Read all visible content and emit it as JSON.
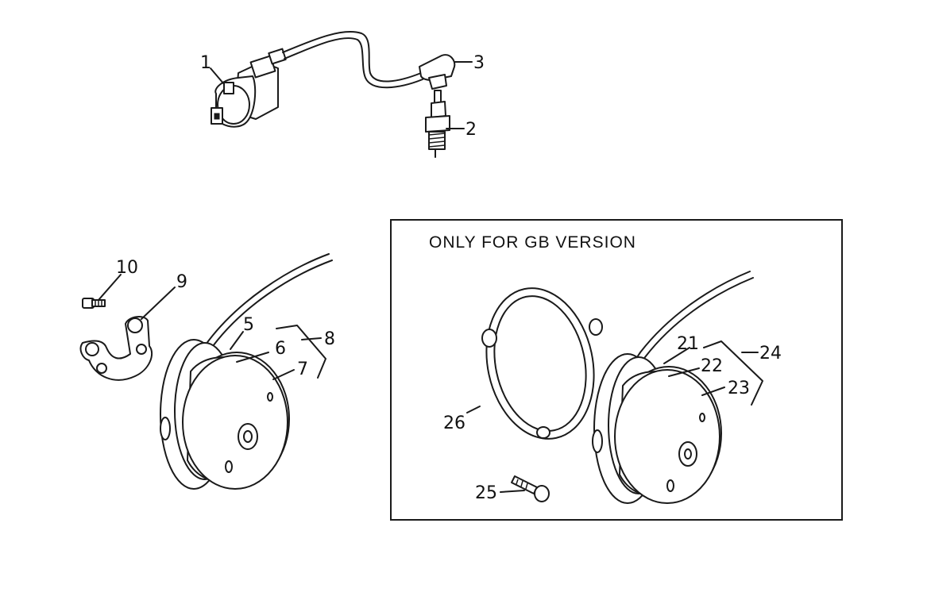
{
  "callouts": {
    "c1": "1",
    "c2": "2",
    "c3": "3",
    "c5": "5",
    "c6": "6",
    "c7": "7",
    "c8": "8",
    "c9": "9",
    "c10": "10",
    "c21": "21",
    "c22": "22",
    "c23": "23",
    "c24": "24",
    "c25": "25",
    "c26": "26"
  },
  "inset": {
    "title": "ONLY FOR GB VERSION"
  },
  "colors": {
    "ink": "#1a1a1a",
    "background": "#ffffff"
  }
}
